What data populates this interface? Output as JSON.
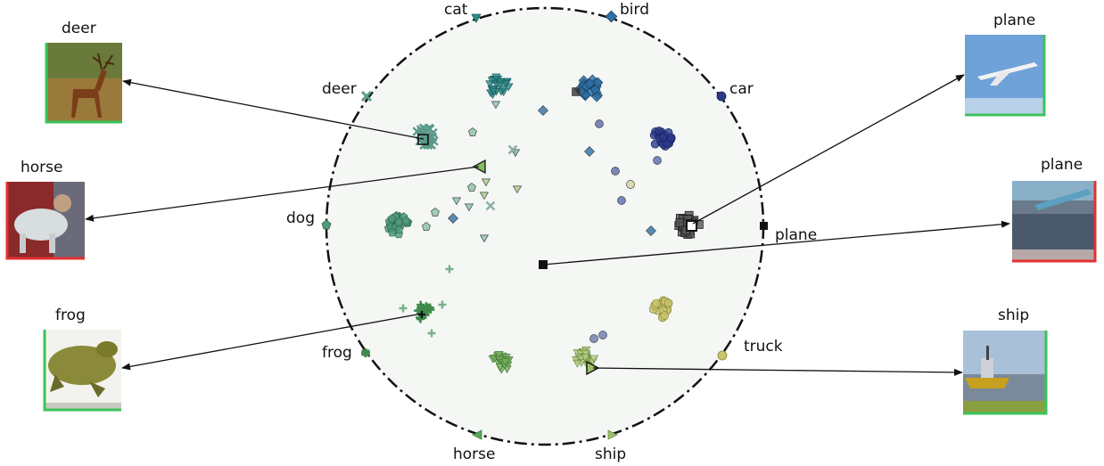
{
  "anchor_labels": [
    {
      "id": "cat",
      "text": "cat"
    },
    {
      "id": "bird",
      "text": "bird"
    },
    {
      "id": "car",
      "text": "car"
    },
    {
      "id": "plane",
      "text": "plane"
    },
    {
      "id": "truck",
      "text": "truck"
    },
    {
      "id": "ship",
      "text": "ship"
    },
    {
      "id": "horse",
      "text": "horse"
    },
    {
      "id": "frog",
      "text": "frog"
    },
    {
      "id": "dog",
      "text": "dog"
    },
    {
      "id": "deer",
      "text": "deer"
    }
  ],
  "thumbnails": [
    {
      "id": "deer",
      "title": "deer",
      "correct": true,
      "icon": "deer-photo-icon"
    },
    {
      "id": "horse",
      "title": "horse",
      "correct": false,
      "icon": "horse-photo-icon"
    },
    {
      "id": "frog",
      "title": "frog",
      "correct": true,
      "icon": "frog-photo-icon"
    },
    {
      "id": "plane1",
      "title": "plane",
      "correct": true,
      "icon": "plane-photo-icon"
    },
    {
      "id": "plane2",
      "title": "plane",
      "correct": false,
      "icon": "airport-photo-icon"
    },
    {
      "id": "ship",
      "title": "ship",
      "correct": true,
      "icon": "ship-photo-icon"
    }
  ],
  "colors": {
    "correct_frame": "#3cc35a",
    "incorrect_frame": "#e23030",
    "circle_fill": "#f4f7f4",
    "cat": "#2e8a8a",
    "bird": "#2f6fa3",
    "car": "#2a3a8a",
    "plane": "#111111",
    "truck": "#c9c46a",
    "ship": "#9cc06a",
    "horse": "#5aa85a",
    "frog": "#3f8a4a",
    "dog": "#4f9a7a",
    "deer": "#5a9a8a"
  }
}
